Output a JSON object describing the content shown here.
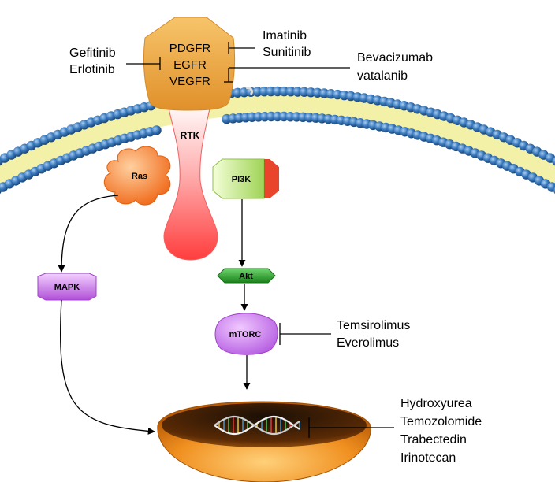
{
  "receptor": {
    "names": [
      "PDGFR",
      "EGFR",
      "VEGFR"
    ],
    "stem_label": "RTK"
  },
  "nodes": {
    "ras": "Ras",
    "pi3k": "PI3K",
    "mapk": "MAPK",
    "akt": "Akt",
    "mtorc": "mTORC"
  },
  "inhibitors": {
    "pdgfr": [
      "Imatinib",
      "Sunitinib"
    ],
    "egfr": [
      "Gefitinib",
      "Erlotinib"
    ],
    "vegfr": [
      "Bevacizumab",
      "vatalanib"
    ],
    "mtorc": [
      "Temsirolimus",
      "Everolimus"
    ],
    "dna": [
      "Hydroxyurea",
      "Temozolomide",
      "Trabectedin",
      "Irinotecan"
    ]
  },
  "colors": {
    "membrane_bead": "#2f6fae",
    "membrane_core": "#f3f0a8",
    "receptor_head": "#f0a53b",
    "receptor_stem": "#ff5a5a",
    "ras": "#ff8a3d",
    "pi3k_green": "#b8e07a",
    "pi3k_red": "#e8452c",
    "mapk": "#c070e0",
    "akt": "#2fa02f",
    "mtorc": "#c070e0",
    "nucleus": "#e07a10",
    "line": "#000000"
  }
}
